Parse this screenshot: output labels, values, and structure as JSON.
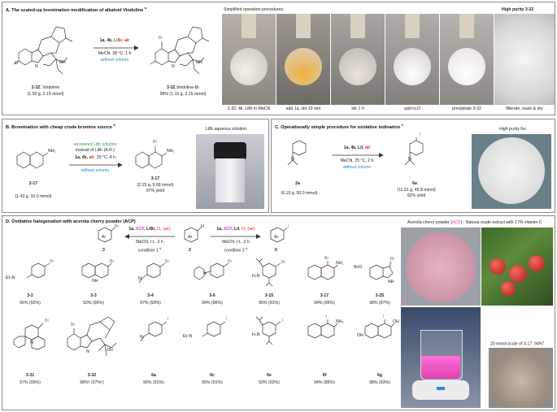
{
  "panelA": {
    "title": "A. The scaled-up bromination modification of alkaloid Vindoline",
    "title_sup": "a",
    "reagents_prefix": "1a, 4k, ",
    "reagents_libr": "LiBr",
    "reagents_air": ", air",
    "conditions": "MeCN, 28 °C, 1 h",
    "without_column": "without column",
    "sm_label": "2-32",
    "sm_name": ", Vindoline",
    "sm_amount": "(1.00 g, 2.19 mmol)",
    "prod_label": "3-32",
    "prod_name": ",Vindoline-Br",
    "prod_yield": "98% (1.15 g, 2.15 mmol)",
    "br_atom": "Br",
    "oh_label": "OH",
    "h_label": "H",
    "o_label": "O",
    "n_label": "N",
    "ops_title": "Simplified operation procedures:",
    "ops_captions": [
      "2-32, 4k, LiBr in MeCN",
      "add 1a, stir 10 min",
      "stir 1 h",
      "add H₂O",
      "precipitate 3-32"
    ],
    "high_purity": "High purity 3-32",
    "filtrate": "filterate, wash & dry"
  },
  "panelB": {
    "title": "B. Bromination with cheap crude bromine source",
    "title_sup": "b",
    "sm_label": "2-17",
    "sm_amount": "(1.43 g, 10.0 mmol)",
    "nh2": "NH₂",
    "br_atom": "Br",
    "recovered_line1": "recovered LiBr solution",
    "recovered_line2": "instead of LiBr (A.R.)",
    "reagents_prefix": "1a, 4k, ",
    "reagents_air": "air",
    "reagents_suffix": ", 29 °C, 4 h",
    "without_column": "without column",
    "prod_label": "3-17",
    "prod_amount": "(2.15 g, 9.68 mmol)",
    "prod_yield": "97% yield",
    "photo_label": "LiBr aqueous solution:"
  },
  "panelC": {
    "title": "C. Operationally simple procedure for oxidative iodination",
    "title_sup": "c",
    "reagents_prefix": "1a, 4k, LiI, ",
    "reagents_air": "air",
    "conditions": "MeCN, 25 °C, 2 h",
    "without_column": "without column",
    "sm_label": "2a",
    "sm_amount": "(6.10 g, 50.0 mmol)",
    "prod_label": "6a",
    "prod_amount": "(11.31 g, 45.8 mmol)",
    "prod_yield": "92% yield",
    "photo_label": "High purity 6a:",
    "i_atom": "I",
    "n_atom": "N"
  },
  "panelD": {
    "title": "D. Oxidative halogenation with acerola cherry powder (ACP)",
    "left_cond_prefix": "1a, ",
    "acp": "ACP",
    "left_cond_mid": ", LiBr, ",
    "o2": "O₂ (air)",
    "left_cond_line2": "MeCN, r.t., 2 h",
    "left_cond_line3": "condition 1",
    "left_sup": "d",
    "right_cond_prefix": "1a, ",
    "right_cond_mid": ", LiI, ",
    "right_cond_line2": "MeCN, r.t., 2 h",
    "right_cond_line3": "condition 2",
    "right_sup": "d",
    "ar": "Ar",
    "h": "H",
    "br": "Br",
    "i": "I",
    "label_3": "3",
    "label_2": "2",
    "label_6": "6",
    "acp_caption_prefix": "Acerola cherry powder (",
    "acp_caption_suffix": ") : Natural crude extract with 17% vitamin C",
    "scale_text": "20 mmol-scale of 3-17: 94%",
    "scale_sup": "f",
    "row1": [
      {
        "label": "3-2",
        "yield": "96% (92%)"
      },
      {
        "label": "3-3",
        "yield": "92% (90%)"
      },
      {
        "label": "3-4",
        "yield": "97% (93%)"
      },
      {
        "label": "3-6",
        "yield": "94% (86%)"
      },
      {
        "label": "3-15",
        "yield": "95% (91%)"
      },
      {
        "label": "3-17",
        "yield": "94% (95%)"
      },
      {
        "label": "3-25",
        "yield": "98% (87%)"
      }
    ],
    "row2": [
      {
        "label": "3-31",
        "yield": "97% (95%)"
      },
      {
        "label": "3-32",
        "yield": "98%ᵉ (97%ᵉ)"
      },
      {
        "label": "6a",
        "yield": "96% (91%)"
      },
      {
        "label": "6c",
        "yield": "95% (91%)"
      },
      {
        "label": "6e",
        "yield": "93% (92%)"
      },
      {
        "label": "6f",
        "yield": "94% (85%)"
      },
      {
        "label": "6g",
        "yield": "98% (93%)"
      }
    ],
    "atoms": {
      "et": "Et",
      "n": "N",
      "nh": "N",
      "hn": "H",
      "h2n": "H₂N",
      "nh2": "NH₂",
      "bno": "BnO",
      "oh": "OH"
    }
  },
  "colors": {
    "red": "#e02020",
    "blue": "#1a8ad0",
    "green": "#2e9e3a",
    "pink": "#e040c0"
  }
}
